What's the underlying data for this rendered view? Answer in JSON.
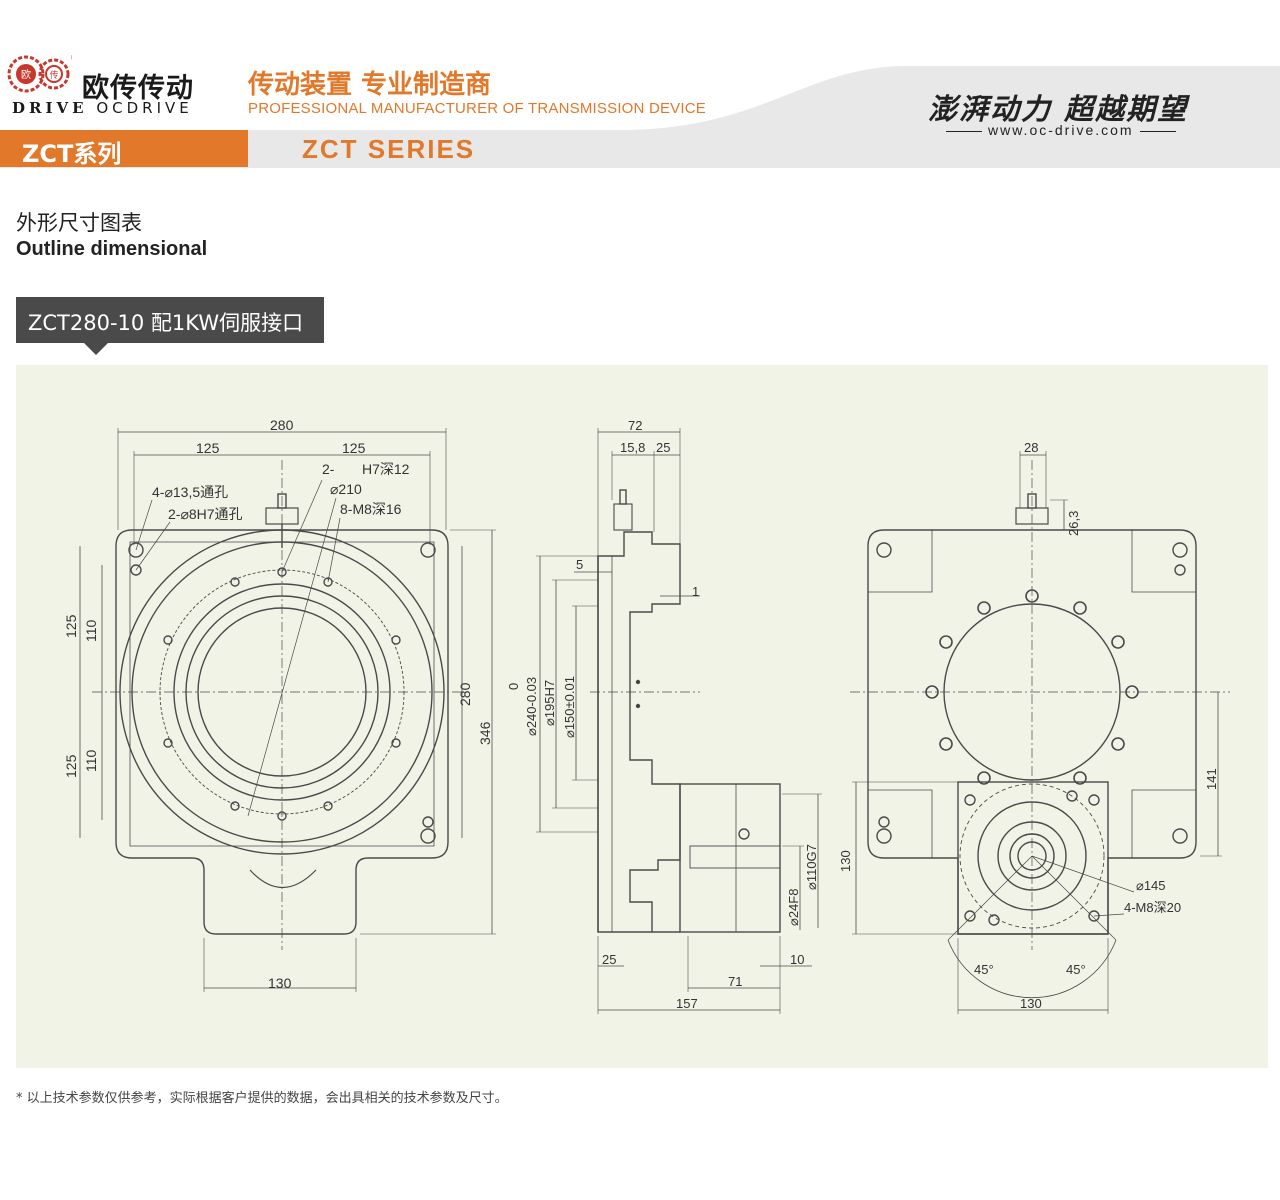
{
  "header": {
    "brand_cn": "欧传传动",
    "brand_en_prefix": "DRIVE",
    "brand_en": "OCDRIVE",
    "logo_chars": [
      "欧",
      "传"
    ],
    "tagline_cn": "传动装置 专业制造商",
    "tagline_en": "PROFESSIONAL MANUFACTURER OF TRANSMISSION DEVICE",
    "slogan": "澎湃动力 超越期望",
    "url": "www.oc-drive.com",
    "series_cn": "ZCT系列",
    "series_en": "ZCT SERIES"
  },
  "section": {
    "title_cn": "外形尺寸图表",
    "title_en": "Outline dimensional"
  },
  "model_tab": "ZCT280-10 配1KW伺服接口",
  "drawing": {
    "front_view": {
      "width_total": "280",
      "half_left": "125",
      "half_right": "125",
      "label_thru_holes": "4-⌀13,5通孔",
      "label_pin_holes": "2-⌀8H7通孔",
      "label_h7": "2-",
      "label_h7_depth": "H7深12",
      "label_pcd": "⌀210",
      "label_tapped": "8-M8深16",
      "left_upper": "125",
      "left_upper_inner": "110",
      "left_lower": "125",
      "left_lower_inner": "110",
      "height_280": "280",
      "height_346": "346",
      "bottom_130": "130"
    },
    "side_view": {
      "top_72": "72",
      "top_15_8": "15,8",
      "top_25": "25",
      "dim_5": "5",
      "dim_1": "1",
      "zero": "0",
      "dia_240": "⌀240-0.03",
      "dia_195": "⌀195H7",
      "dia_150": "⌀150±0.01",
      "dia_110": "⌀110G7",
      "dia_24": "⌀24F8",
      "bottom_25": "25",
      "bottom_71": "71",
      "bottom_10": "10",
      "bottom_157": "157"
    },
    "back_view": {
      "top_28": "28",
      "right_26_3": "26,3",
      "right_141": "141",
      "left_130": "130",
      "dia_145": "⌀145",
      "tapped_m8": "4-M8深20",
      "angle_left": "45°",
      "angle_right": "45°",
      "bottom_130": "130"
    }
  },
  "footnote": "* 以上技术参数仅供参考，实际根据客户提供的数据，会出具相关的技术参数及尺寸。",
  "colors": {
    "accent": "#e2782a",
    "tab_dark": "#4a4a4a",
    "panel": "#f2f3e7",
    "header_grey": "#e8e8e8"
  }
}
